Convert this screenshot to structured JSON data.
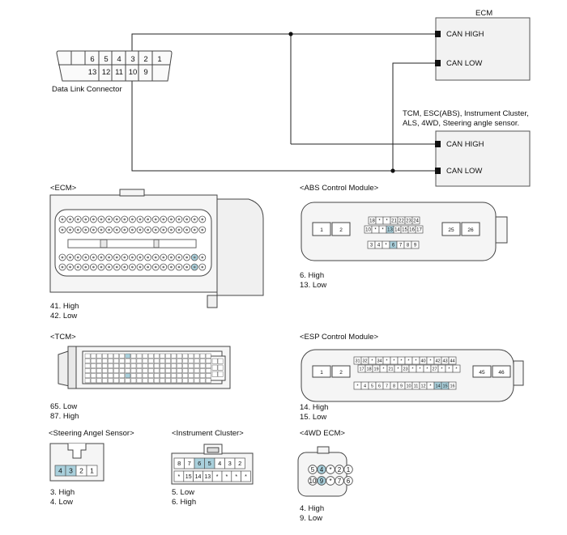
{
  "top": {
    "ecm_title": "ECM",
    "ecm_can_high": "CAN HIGH",
    "ecm_can_low": "CAN LOW",
    "modules_note_line1": "TCM, ESC(ABS), Instrument Cluster,",
    "modules_note_line2": "ALS, 4WD, Steering angle sensor.",
    "mod_can_high": "CAN HIGH",
    "mod_can_low": "CAN LOW",
    "dlc_label": "Data Link Connector",
    "dlc_top_pins": [
      "6",
      "5",
      "4",
      "3",
      "2",
      "1"
    ],
    "dlc_bottom_pins": [
      "13",
      "12",
      "11",
      "10",
      "9"
    ]
  },
  "ecm_conn": {
    "title": "<ECM>",
    "line1": "41. High",
    "line2": "42. Low"
  },
  "abs": {
    "title": "<ABS Control Module>",
    "line1": "6. High",
    "line2": "13. Low",
    "row1": [
      "18",
      "*",
      "*",
      "21",
      "22",
      "23",
      "24"
    ],
    "row2": [
      "10",
      "*",
      "*",
      "13",
      "14",
      "15",
      "16",
      "17"
    ],
    "row3": [
      "3",
      "4",
      "*",
      "6",
      "7",
      "8",
      "9"
    ],
    "left_pins": [
      "1",
      "2"
    ],
    "right_pins": [
      "25",
      "26"
    ]
  },
  "tcm": {
    "title": "<TCM>",
    "line1": "65. Low",
    "line2": "87. High"
  },
  "esp": {
    "title": "<ESP Control Module>",
    "line1": "14. High",
    "line2": "15. Low",
    "row1": [
      "31",
      "32",
      "*",
      "34",
      "*",
      "*",
      "*",
      "*",
      "*",
      "40",
      "*",
      "42",
      "43",
      "44"
    ],
    "row2": [
      "17",
      "18",
      "19",
      "*",
      "21",
      "*",
      "23",
      "*",
      "*",
      "*",
      "27",
      "*",
      "*",
      "*"
    ],
    "row3": [
      "*",
      "4",
      "5",
      "6",
      "7",
      "8",
      "9",
      "10",
      "11",
      "12",
      "*",
      "14",
      "15",
      "16"
    ],
    "left_pins": [
      "1",
      "2"
    ],
    "right_pins": [
      "45",
      "46"
    ]
  },
  "sas": {
    "title": "<Steering Angel Sensor>",
    "pins": [
      "4",
      "3",
      "2",
      "1"
    ],
    "line1": "3. High",
    "line2": "4. Low"
  },
  "cluster": {
    "title": "<Instrument Cluster>",
    "row1": [
      "8",
      "7",
      "6",
      "5",
      "4",
      "3",
      "2"
    ],
    "row2": [
      "*",
      "15",
      "14",
      "13",
      "*",
      "*",
      "*",
      "*"
    ],
    "line1": "5. Low",
    "line2": "6. High"
  },
  "fwd": {
    "title": "<4WD ECM>",
    "row1": [
      "5",
      "4",
      "*",
      "2",
      "1"
    ],
    "row2": [
      "10",
      "9",
      "*",
      "7",
      "6"
    ],
    "line1": "4. High",
    "line2": "9. Low"
  },
  "colors": {
    "highlight": "#a9d0dc",
    "line": "#222222",
    "box": "#f2f2f2",
    "stroke": "#444444"
  }
}
